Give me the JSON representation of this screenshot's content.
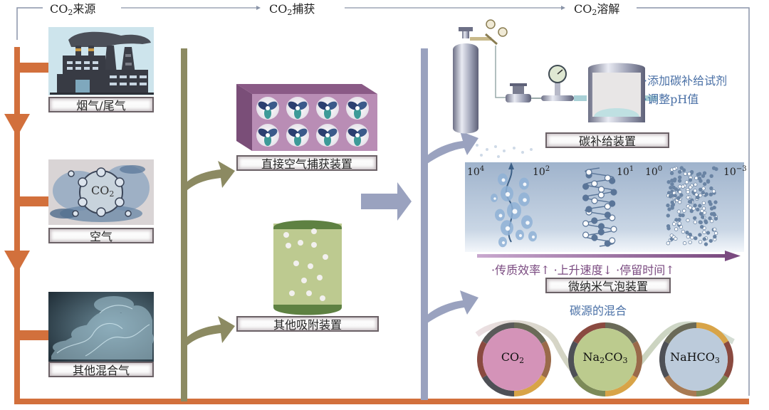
{
  "header": {
    "stages": [
      {
        "prefix": "CO",
        "sub": "2",
        "suffix": "来源"
      },
      {
        "prefix": "CO",
        "sub": "2",
        "suffix": "捕获"
      },
      {
        "prefix": "CO",
        "sub": "2",
        "suffix": "溶解"
      }
    ]
  },
  "colors": {
    "source_flow": "#d2703c",
    "capture_flow": "#8c8a62",
    "dissolve_flow": "#9aa2bf",
    "frame_line": "#8a94a8",
    "purple_arrow": "#7a4a80",
    "note_blue": "#4a70a6"
  },
  "sources": {
    "items": [
      {
        "label": "烟气/尾气",
        "icon": "factory-icon"
      },
      {
        "label": "空气",
        "icon": "co2-molecule-icon",
        "icon_text_prefix": "CO",
        "icon_text_sub": "2"
      },
      {
        "label": "其他混合气",
        "icon": "smoke-icon"
      }
    ]
  },
  "capture": {
    "items": [
      {
        "label": "直接空气捕获装置",
        "icon": "fan-array-icon"
      },
      {
        "label": "其他吸附装置",
        "icon": "adsorption-column-icon"
      }
    ]
  },
  "dissolution": {
    "carbon_supply": {
      "label": "碳补给装置",
      "notes": [
        "·添加碳补给试剂",
        "·调整pH值"
      ]
    },
    "bubble_scale": {
      "labels": [
        {
          "base": "10",
          "exp": "4"
        },
        {
          "base": "10",
          "exp": "2"
        },
        {
          "base": "10",
          "exp": "1"
        },
        {
          "base": "10",
          "exp": "0"
        },
        {
          "base": "10",
          "exp": "−3"
        }
      ],
      "trend_text": "·传质效率↑ ·上升速度↓ ·停留时间↑",
      "label": "微纳米气泡装置"
    },
    "mixing": {
      "title": "碳源的混合",
      "circles": [
        {
          "name": "co2",
          "parts": [
            [
              "CO",
              ""
            ],
            [
              "2",
              "sub"
            ]
          ],
          "fill": "#d493b8"
        },
        {
          "name": "na2co3",
          "parts": [
            [
              "Na",
              ""
            ],
            [
              "2",
              "sub"
            ],
            [
              "CO",
              ""
            ],
            [
              "3",
              "sub"
            ]
          ],
          "fill": "#bccb8e"
        },
        {
          "name": "nahco3",
          "parts": [
            [
              "NaHCO",
              ""
            ],
            [
              "3",
              "sub"
            ]
          ],
          "fill": "#bccbdb"
        }
      ]
    }
  }
}
